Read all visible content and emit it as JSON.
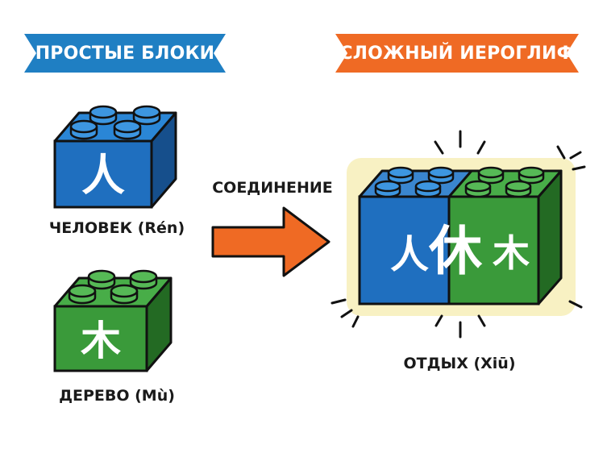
{
  "banners": {
    "left": "ПРОСТЫЕ БЛОКИ",
    "right": "СЛОЖНЫЙ ИЕРОГЛИФ"
  },
  "blocks": {
    "person": {
      "glyph": "人",
      "label": "ЧЕЛОВЕК (Rén)",
      "color": "#1f6fbf"
    },
    "tree": {
      "glyph": "木",
      "label": "ДЕРЕВО (Mù)",
      "color": "#3a9a3a"
    }
  },
  "connector": {
    "label": "СОЕДИНЕНИЕ",
    "color": "#ef6a24"
  },
  "result": {
    "glyph_left": "人",
    "glyph_center": "休",
    "glyph_right": "木",
    "label": "ОТДЫХ (Xiū)",
    "glow_color": "#f5e9a8"
  }
}
